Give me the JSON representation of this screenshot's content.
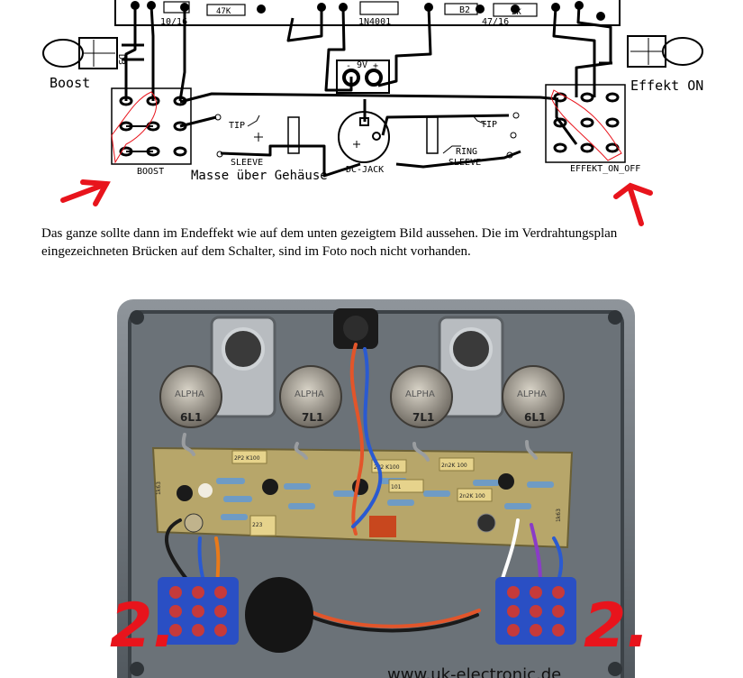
{
  "diagram": {
    "top_components": [
      "10/16",
      "47K",
      "1N4001",
      "B2",
      "47/16",
      "2K"
    ],
    "led_left": {
      "ref": "D3"
    },
    "label_boost": "Boost",
    "label_effekt_on": "Effekt ON",
    "power_9v": "9V",
    "power_plus": "+",
    "power_minus": "-",
    "jack_left": {
      "tip": "TIP",
      "sleeve": "SLEEVE"
    },
    "jack_right": {
      "tip": "TIP",
      "ring": "RING",
      "sleeve": "SLEEVE"
    },
    "dc_jack": "DC-JACK",
    "switch_left": "BOOST",
    "switch_right": "EFFEKT_ON_OFF",
    "ground_note": "Masse über Gehäuse",
    "annotation_color": "#e8141c"
  },
  "paragraph": "Das ganze sollte dann im Endeffekt wie auf dem unten gezeigtem Bild aussehen. Die im Verdrahtungsplan eingezeichneten Brücken auf dem Schalter, sind im Foto noch nicht vorhanden.",
  "photo": {
    "pot_brand": "ALPHA",
    "pots": [
      "6L1",
      "7L1",
      "7L1",
      "6L1"
    ],
    "pcb_labels": [
      "2P2 K100",
      "2P2 K100",
      "2n2K 100",
      "2n2K 100",
      "1k63",
      "1k63",
      "223",
      "101"
    ],
    "annotation_marks": [
      "2.",
      "2."
    ],
    "watermark": "www.uk-electronic.de",
    "annotation_color": "#e8141c"
  }
}
